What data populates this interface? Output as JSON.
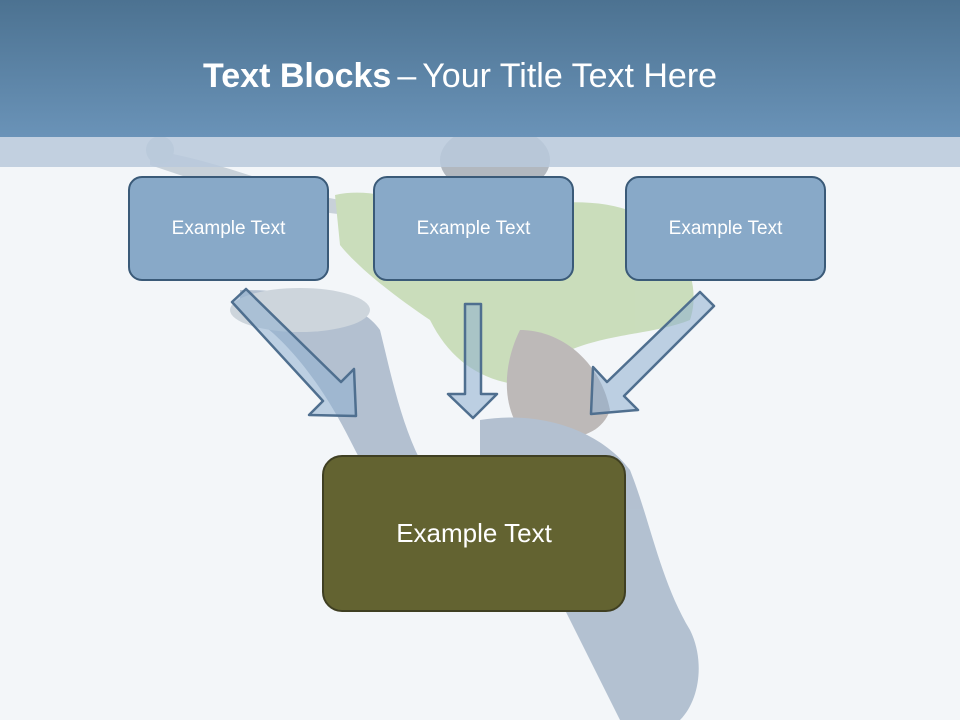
{
  "title": {
    "bold": "Text Blocks",
    "dash": "–",
    "rest": "Your Title Text Here"
  },
  "boxes": [
    {
      "label": "Example Text"
    },
    {
      "label": "Example Text"
    },
    {
      "label": "Example Text"
    }
  ],
  "main_box": {
    "label": "Example Text"
  },
  "colors": {
    "header": "#5b82a6",
    "box_fill": "#88a9c8",
    "box_border": "#3a5a78",
    "main_fill": "#636331",
    "arrow_fill": "#8eaed0",
    "arrow_border": "#4f6f8f"
  }
}
